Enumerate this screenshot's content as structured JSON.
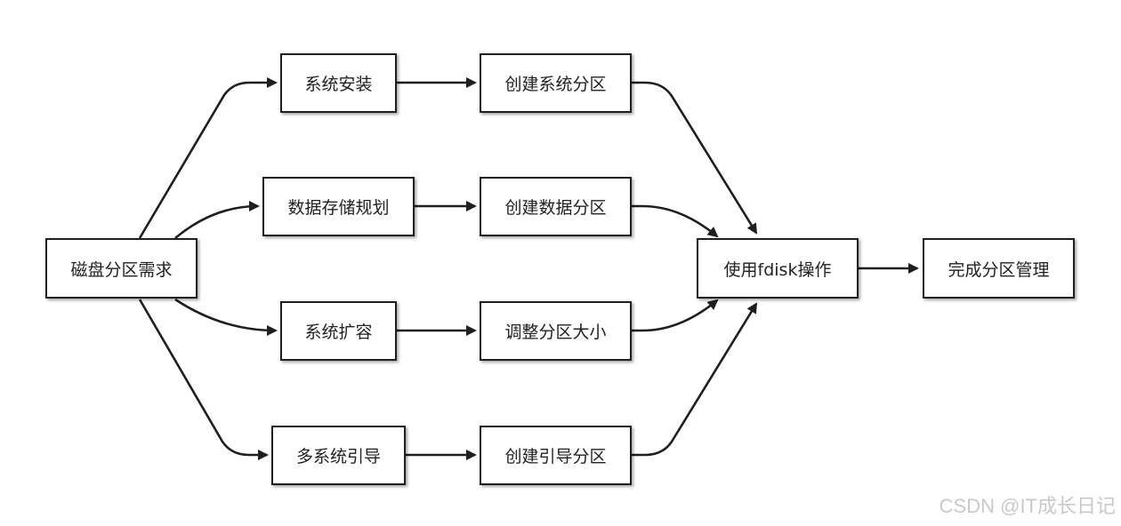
{
  "nodes": {
    "root": "磁盘分区需求",
    "sys_install": "系统安装",
    "storage_plan": "数据存储规划",
    "sys_expand": "系统扩容",
    "multi_boot": "多系统引导",
    "create_sys_part": "创建系统分区",
    "create_data_part": "创建数据分区",
    "resize_part": "调整分区大小",
    "create_boot_part": "创建引导分区",
    "fdisk": "使用fdisk操作",
    "complete": "完成分区管理"
  },
  "watermark": "CSDN @IT成长日记",
  "colors": {
    "stroke": "#1f1f1f",
    "background": "#ffffff",
    "watermark": "#c9c9c9"
  }
}
